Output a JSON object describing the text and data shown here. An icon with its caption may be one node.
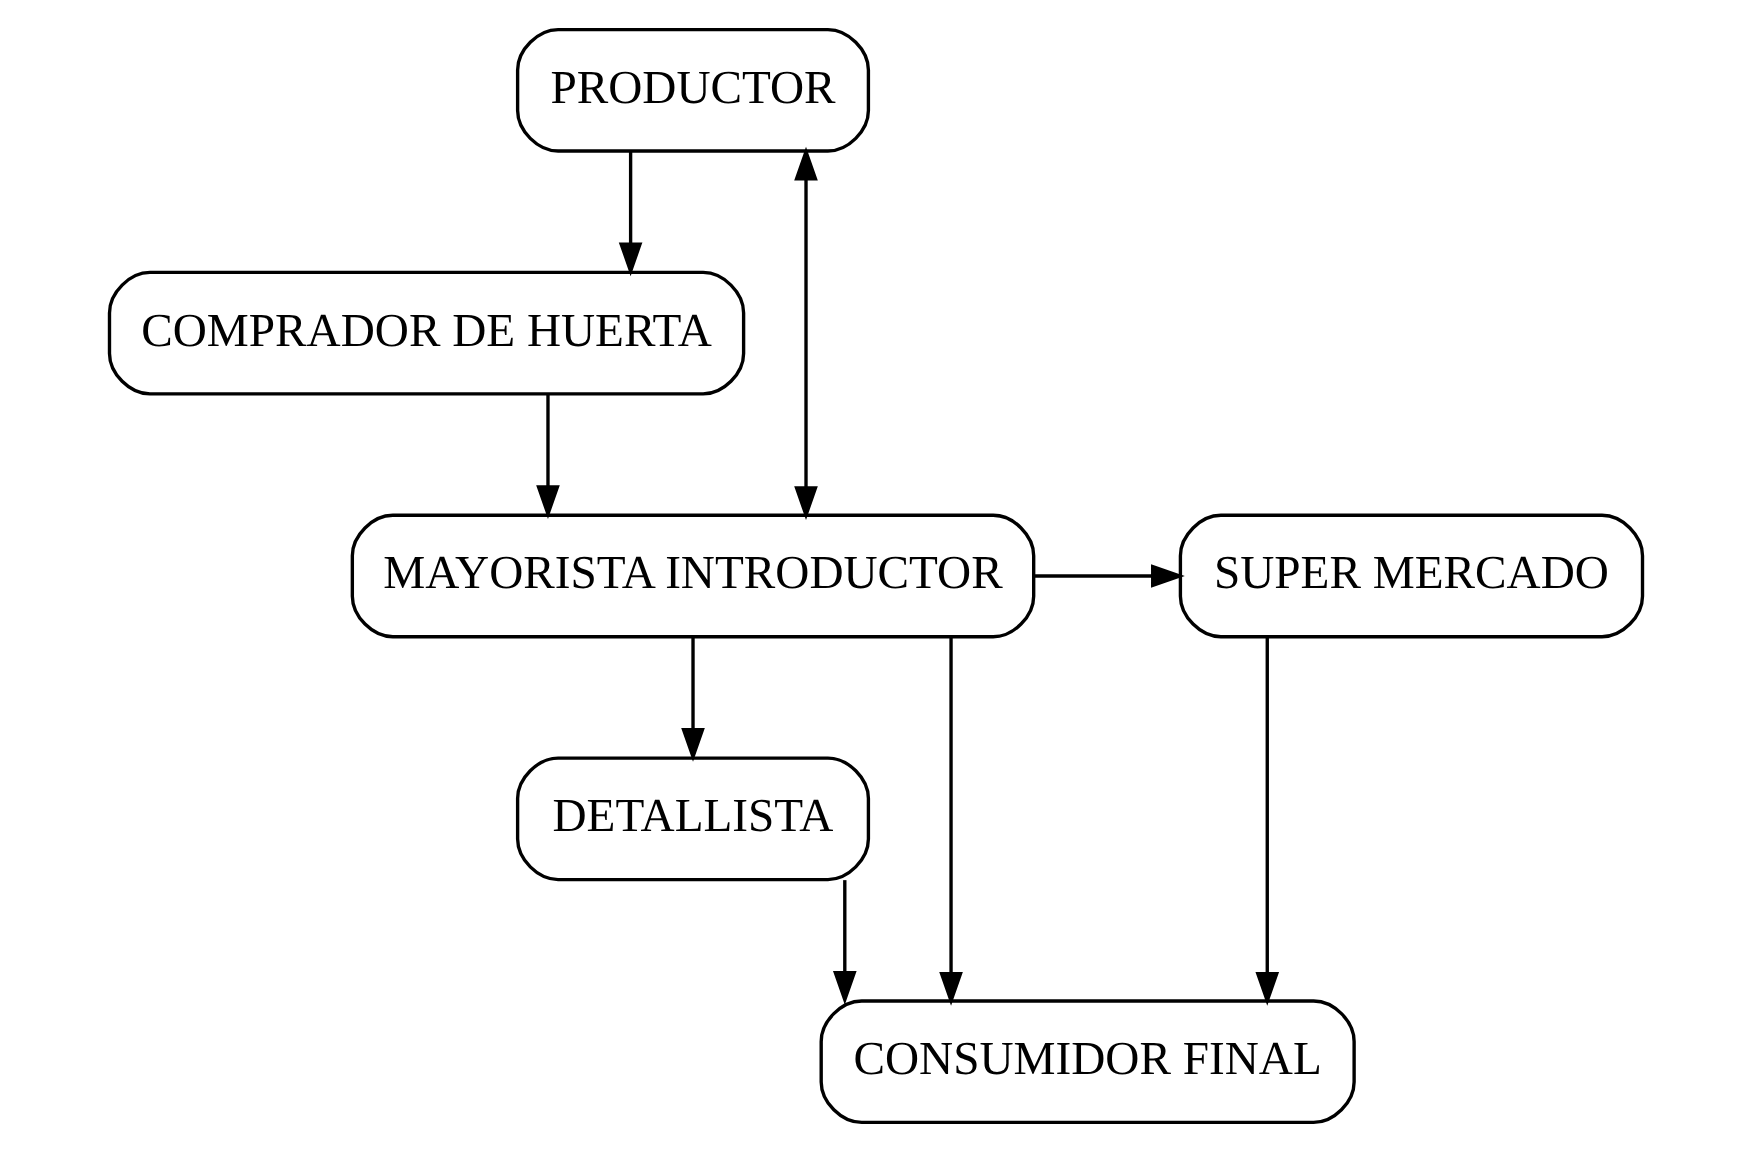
{
  "diagram": {
    "nodes": [
      {
        "text": [
          "PRODUCTOR"
        ]
      },
      {
        "text": [
          "COMPRADOR DE HUERTA"
        ]
      },
      {
        "text": [
          "MAYORISTA INTRODUCTOR"
        ]
      },
      {
        "text": [
          "SUPER MERCADO"
        ]
      },
      {
        "text": [
          "DETALLISTA"
        ]
      },
      {
        "text": [
          "CONSUMIDOR FINAL"
        ]
      }
    ],
    "edges": [
      {
        "from": 0,
        "to": 1,
        "arrow": "to"
      },
      {
        "from": 1,
        "to": 2,
        "arrow": "to"
      },
      {
        "from": 0,
        "to": 2,
        "arrow": "both"
      },
      {
        "from": 2,
        "to": 3,
        "arrow": "to"
      },
      {
        "from": 2,
        "to": 4,
        "arrow": "to"
      },
      {
        "from": 2,
        "to": 5,
        "arrow": "to"
      },
      {
        "from": 4,
        "to": 5,
        "arrow": "to"
      },
      {
        "from": 3,
        "to": 5,
        "arrow": "to"
      }
    ]
  }
}
